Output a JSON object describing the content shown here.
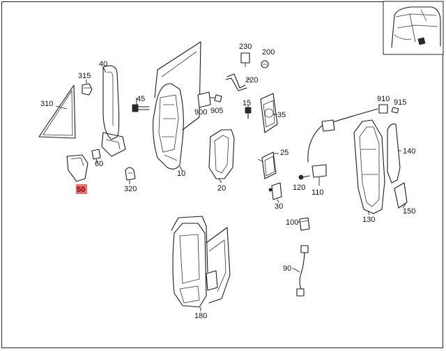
{
  "diagram": {
    "highlight_color": "#e87070",
    "highlighted_part": "50",
    "labels": {
      "p310": "310",
      "p315": "315",
      "p40": "40",
      "p45": "45",
      "p60": "60",
      "p50": "50",
      "p320": "320",
      "p10": "10",
      "p900": "900",
      "p905": "905",
      "p230": "230",
      "p200": "200",
      "p220": "220",
      "p15": "15",
      "p35": "35",
      "p20": "20",
      "p25": "25",
      "p30": "30",
      "p120": "120",
      "p110": "110",
      "p910": "910",
      "p915": "915",
      "p140": "140",
      "p150": "150",
      "p130": "130",
      "p100": "100",
      "p90": "90",
      "p180": "180"
    }
  }
}
